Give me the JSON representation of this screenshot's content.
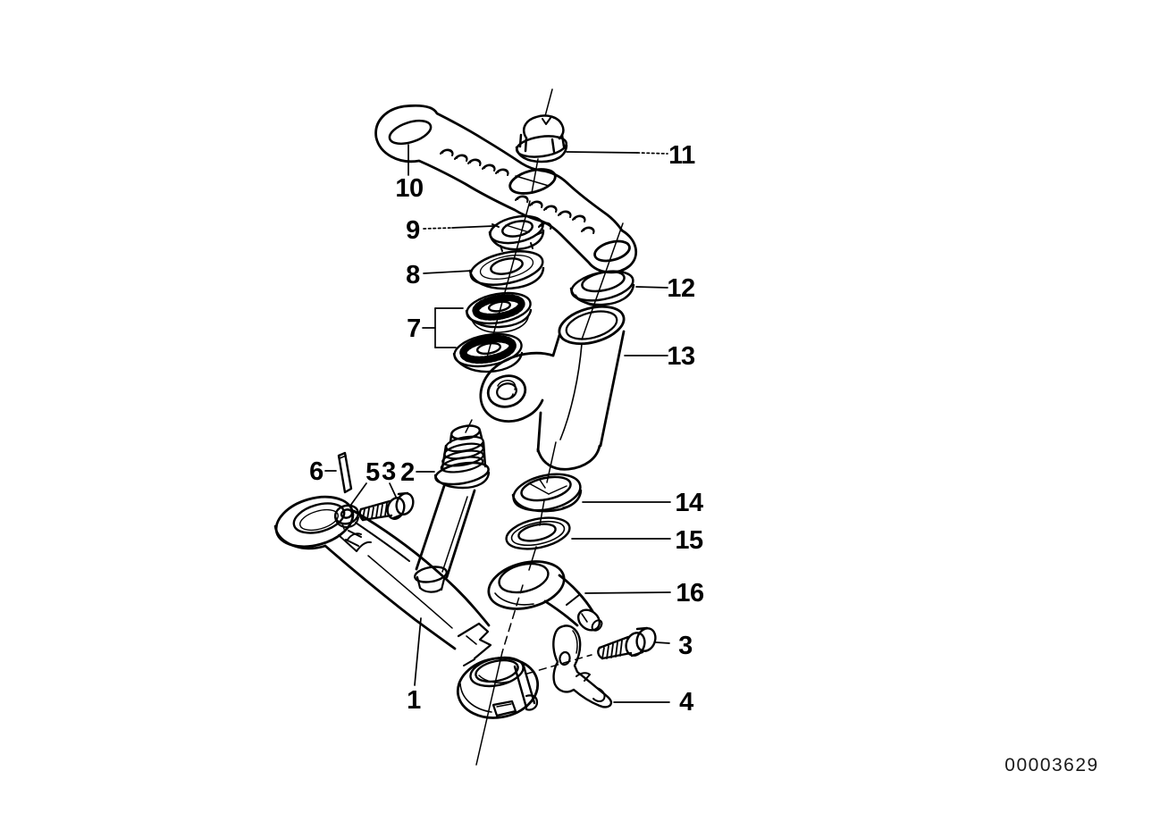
{
  "drawing_number": "00003629",
  "part_labels": [
    {
      "number": "1"
    },
    {
      "number": "2"
    },
    {
      "number": "3"
    },
    {
      "number": "3"
    },
    {
      "number": "4"
    },
    {
      "number": "5"
    },
    {
      "number": "6"
    },
    {
      "number": "7"
    },
    {
      "number": "8"
    },
    {
      "number": "9"
    },
    {
      "number": "10"
    },
    {
      "number": "11"
    },
    {
      "number": "12"
    },
    {
      "number": "13"
    },
    {
      "number": "14"
    },
    {
      "number": "15"
    },
    {
      "number": "16"
    }
  ]
}
